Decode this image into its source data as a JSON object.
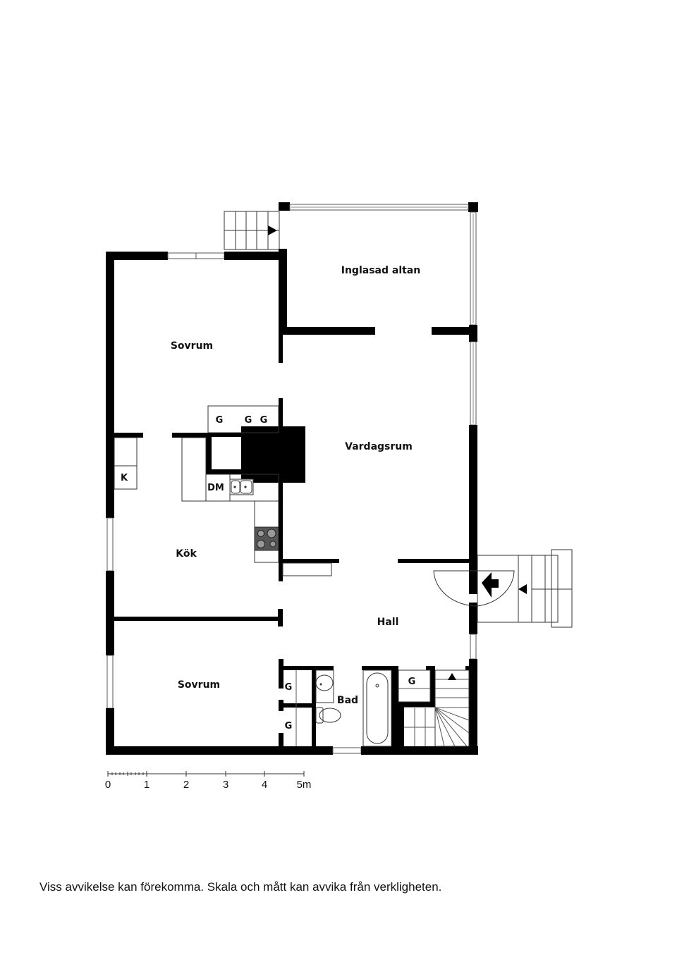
{
  "rooms": {
    "glazed_terrace": "Inglasad altan",
    "bedroom_top": "Sovrum",
    "living_room": "Vardagsrum",
    "kitchen": "Kök",
    "hall": "Hall",
    "bedroom_bottom": "Sovrum",
    "bathroom": "Bad"
  },
  "fixtures": {
    "wardrobe_labels": [
      "G",
      "G",
      "G"
    ],
    "fridge_label": "K",
    "dishwasher_label": "DM",
    "bath_wardrobe_1": "G",
    "bath_wardrobe_2": "G",
    "stair_wardrobe": "G"
  },
  "scale_bar": {
    "ticks": [
      "0",
      "1",
      "2",
      "3",
      "4",
      "5m"
    ]
  },
  "disclaimer": "Viss avvikelse kan förekomma. Skala och mått kan avvika från verkligheten."
}
